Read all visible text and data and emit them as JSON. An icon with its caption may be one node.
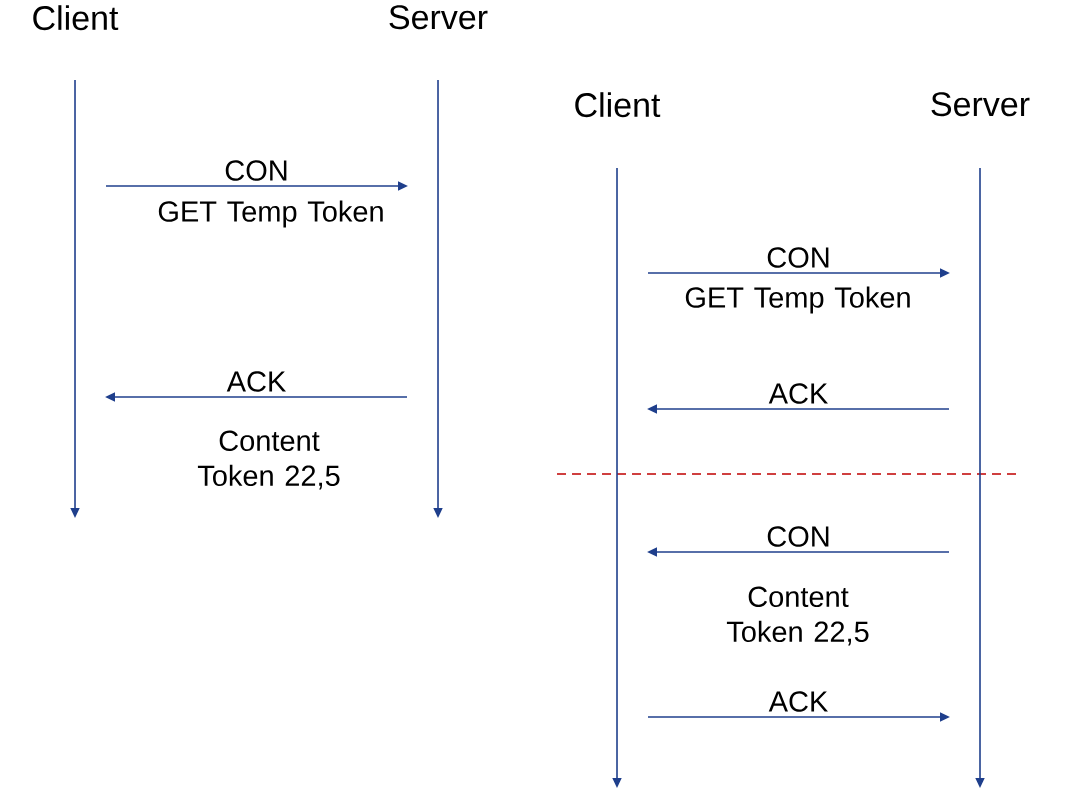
{
  "diagram": {
    "nodes": [
      {
        "text": [
          "Client"
        ]
      },
      {
        "text": [
          "Server"
        ]
      },
      {
        "text": [
          "Client"
        ]
      },
      {
        "text": [
          "Server"
        ]
      }
    ],
    "edges": [
      {
        "from": 0,
        "to": 1,
        "arrow": "to",
        "label": "CON"
      },
      {
        "from": 1,
        "to": 0,
        "arrow": "to",
        "label": "ACK"
      },
      {
        "from": 2,
        "to": 3,
        "arrow": "to",
        "label": "CON"
      },
      {
        "from": 3,
        "to": 2,
        "arrow": "to",
        "label": "ACK"
      },
      {
        "from": 3,
        "to": 2,
        "arrow": "to",
        "label": "CON"
      },
      {
        "from": 2,
        "to": 3,
        "arrow": "to",
        "label": "ACK"
      }
    ],
    "labels": [
      "GET Temp Token",
      "Content Token 22,5",
      "GET Temp Token",
      "Content Token 22,5"
    ]
  }
}
